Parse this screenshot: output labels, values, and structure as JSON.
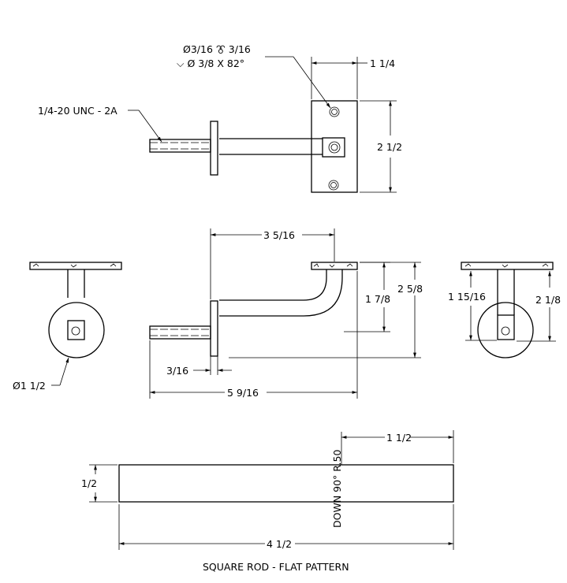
{
  "labels": {
    "hole_callout_1": "Ø3/16 ⯔ 3/16",
    "hole_callout_2": "⌵ Ø 3/8 X 82°",
    "plate_width": "1 1/4",
    "plate_height": "2 1/2",
    "thread": "1/4-20 UNC - 2A",
    "horizontal_reach": "3 5/16",
    "bend_height": "1 7/8",
    "overall_height": "2 5/8",
    "side_height_left": "1 15/16",
    "side_height_right": "2 1/8",
    "wall_plate_diameter": "Ø1 1/2",
    "flange_thickness": "3/16",
    "overall_length": "5 9/16",
    "rod_size": "1/2",
    "bend_length": "1 1/2",
    "bend_note": "DOWN 90° R.50",
    "flat_length": "4 1/2",
    "caption": "SQUARE ROD - FLAT PATTERN"
  }
}
